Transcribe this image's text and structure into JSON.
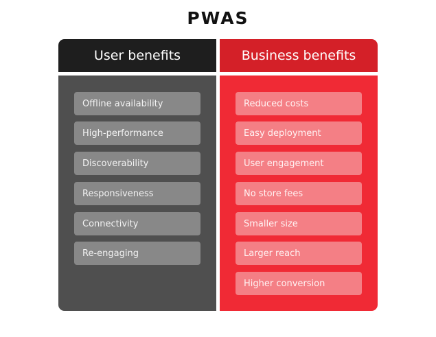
{
  "title": "PWAS",
  "colors": {
    "user_header": "#1e1e1e",
    "user_body": "#4f4f4f",
    "user_chip": "#888888",
    "business_header": "#d42028",
    "business_body": "#f02a35",
    "business_chip": "#f47f85"
  },
  "user": {
    "header": "User benefits",
    "items": [
      "Offline availability",
      "High-performance",
      "Discoverability",
      "Responsiveness",
      "Connectivity",
      "Re-engaging"
    ]
  },
  "business": {
    "header": "Business benefits",
    "items": [
      "Reduced costs",
      "Easy deployment",
      "User engagement",
      "No store fees",
      "Smaller size",
      "Larger reach",
      "Higher conversion"
    ]
  }
}
